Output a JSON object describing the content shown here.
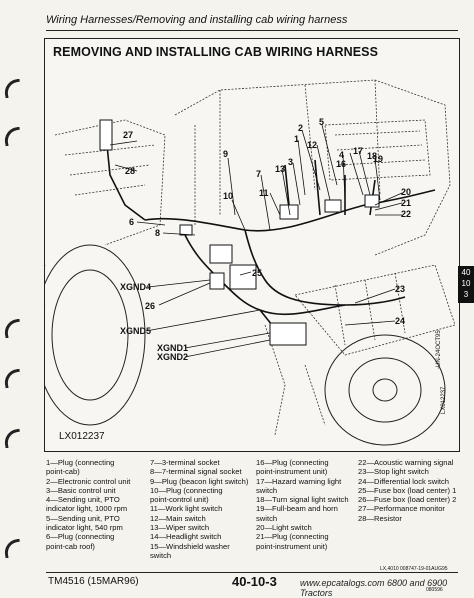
{
  "header": {
    "title": "Wiring Harnesses/Removing and installing cab wiring harness"
  },
  "section": {
    "title": "REMOVING AND INSTALLING CAB WIRING HARNESS"
  },
  "figure": {
    "id": "LX012237",
    "side_code": "LX012237",
    "side_code2": "-UN-24OCT95",
    "callouts": [
      "27",
      "28",
      "6",
      "8",
      "9",
      "10",
      "7",
      "11",
      "13",
      "3",
      "1",
      "2",
      "12",
      "5",
      "4",
      "16",
      "17",
      "18",
      "19",
      "20",
      "21",
      "22",
      "23",
      "24",
      "25",
      "26",
      "XGND4",
      "XGND5",
      "XGND1",
      "XGND2"
    ]
  },
  "tab": {
    "l1": "40",
    "l2": "10",
    "l3": "3"
  },
  "legend": {
    "col1": [
      "1—Plug (connecting",
      "   point-cab)",
      "2—Electronic control unit",
      "3—Basic control unit",
      "4—Sending unit, PTO",
      "   indicator light, 1000 rpm",
      "5—Sending unit, PTO",
      "   indicator light, 540 rpm",
      "6—Plug (connecting",
      "   point-cab roof)"
    ],
    "col2": [
      "7—3-terminal socket",
      "8—7-terminal signal socket",
      "9—Plug (beacon light switch)",
      "10—Plug (connecting",
      "   point-control unit)",
      "11—Work light switch",
      "12—Main switch",
      "13—Wiper switch",
      "14—Headlight switch",
      "15—Windshield washer",
      "   switch"
    ],
    "col3": [
      "16—Plug (connecting",
      "   point-instrument unit)",
      "17—Hazard warning light",
      "   switch",
      "18—Turn signal light switch",
      "19—Full-beam and horn",
      "   switch",
      "20—Light switch",
      "21—Plug (connecting",
      "   point-instrument unit)"
    ],
    "col4": [
      "22—Acoustic warning signal",
      "23—Stop light switch",
      "24—Differential lock switch",
      "25—Fuse box (load center) 1",
      "26—Fuse box (load center) 2",
      "27—Performance monitor",
      "28—Resistor"
    ]
  },
  "footer": {
    "left": "TM4516 (15MAR96)",
    "page": "40-10-3",
    "right": "www.epcatalogs.com  6800 and 6900 Tractors",
    "code": "LX,4010   008747-19-01AUG95",
    "code2": "080596"
  }
}
